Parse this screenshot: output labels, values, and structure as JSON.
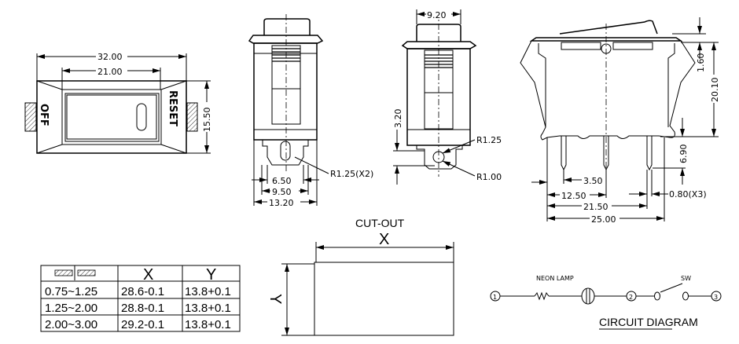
{
  "front_view": {
    "width_outer": "32.00",
    "width_inner": "21.00",
    "height": "15.50",
    "label_left": "OFF",
    "label_right": "RESET"
  },
  "side_view_1": {
    "dim_a": "6.50",
    "dim_b": "9.50",
    "dim_c": "13.20",
    "radius": "R1.25(X2)"
  },
  "side_view_2": {
    "top": "9.20",
    "height": "3.20",
    "radius_a": "R1.25",
    "radius_b": "R1.00"
  },
  "terminal_view": {
    "d1": "1.60",
    "d2": "20.10",
    "d3": "6.90",
    "d4": "3.50",
    "d5": "12.50",
    "d6": "21.50",
    "d7": "25.00",
    "pin": "0.80(X3)"
  },
  "cutout": {
    "title": "CUT-OUT",
    "x_label": "X",
    "y_label": "Y"
  },
  "table": {
    "headers": [
      "X",
      "Y"
    ],
    "rows": [
      [
        "0.75~1.25",
        "28.6-0.1",
        "13.8+0.1"
      ],
      [
        "1.25~2.00",
        "28.8-0.1",
        "13.8+0.1"
      ],
      [
        "2.00~3.00",
        "29.2-0.1",
        "13.8+0.1"
      ]
    ]
  },
  "circuit": {
    "title": "CIRCUIT DIAGRAM",
    "lamp": "NEON LAMP",
    "switch": "SW",
    "node1": "1",
    "node2": "2",
    "node3": "3"
  }
}
